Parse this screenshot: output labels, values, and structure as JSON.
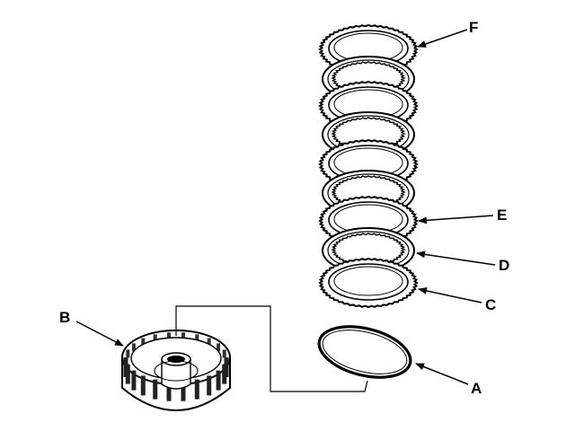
{
  "labels": {
    "F": "F",
    "E": "E",
    "D": "D",
    "C": "C",
    "B": "B",
    "A": "A"
  },
  "colors": {
    "ink": "#000000",
    "paper": "#ffffff"
  }
}
